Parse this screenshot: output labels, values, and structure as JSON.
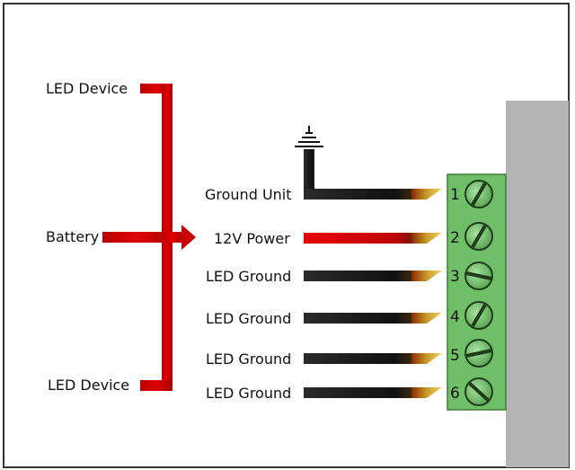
{
  "devices": {
    "top": "LED Device",
    "left": "Battery",
    "bottom": "LED Device"
  },
  "wires": [
    {
      "label": "Ground Unit",
      "color": "black",
      "terminal": "1"
    },
    {
      "label": "12V Power",
      "color": "red",
      "terminal": "2"
    },
    {
      "label": "LED Ground",
      "color": "black",
      "terminal": "3"
    },
    {
      "label": "LED Ground",
      "color": "black",
      "terminal": "4"
    },
    {
      "label": "LED Ground",
      "color": "black",
      "terminal": "5"
    },
    {
      "label": "LED Ground",
      "color": "black",
      "terminal": "6"
    }
  ],
  "colors": {
    "red": "#d40000",
    "black": "#1a1a1a",
    "terminal_block": "#6fbf68",
    "enclosure": "#b4b4b4",
    "frame": "#333333"
  }
}
